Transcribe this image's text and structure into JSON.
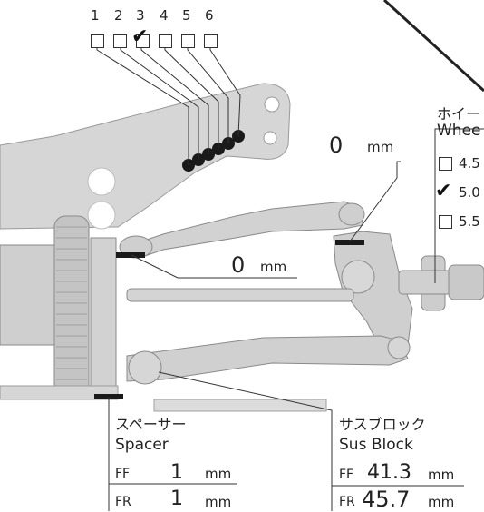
{
  "position_numbers": [
    "1",
    "2",
    "3",
    "4",
    "5",
    "6"
  ],
  "checked_position": "3",
  "check_glyph": "✔",
  "camber_link": {
    "upper_value": "0",
    "upper_unit": "mm",
    "lower_value": "0",
    "lower_unit": "mm"
  },
  "wheel_hub": {
    "title_jp": "ホイー",
    "title_en": "Whee",
    "options": [
      {
        "label": "4.5",
        "checked": false
      },
      {
        "label": "5.0",
        "checked": true
      },
      {
        "label": "5.5",
        "checked": false
      }
    ]
  },
  "spacer": {
    "title_jp": "スペーサー",
    "title_en": "Spacer",
    "rows": [
      {
        "label": "FF",
        "value": "1",
        "unit": "mm"
      },
      {
        "label": "FR",
        "value": "1",
        "unit": "mm"
      }
    ]
  },
  "sus_block": {
    "title_jp": "サスブロック",
    "title_en": "Sus Block",
    "rows": [
      {
        "label": "FF",
        "value": "41.3",
        "unit": "mm"
      },
      {
        "label": "FR",
        "value": "45.7",
        "unit": "mm"
      }
    ]
  },
  "colors": {
    "part_fill": "#d4d4d4",
    "part_stroke": "#8a8a8a",
    "marker": "#1a1a1a",
    "line": "#333333"
  }
}
